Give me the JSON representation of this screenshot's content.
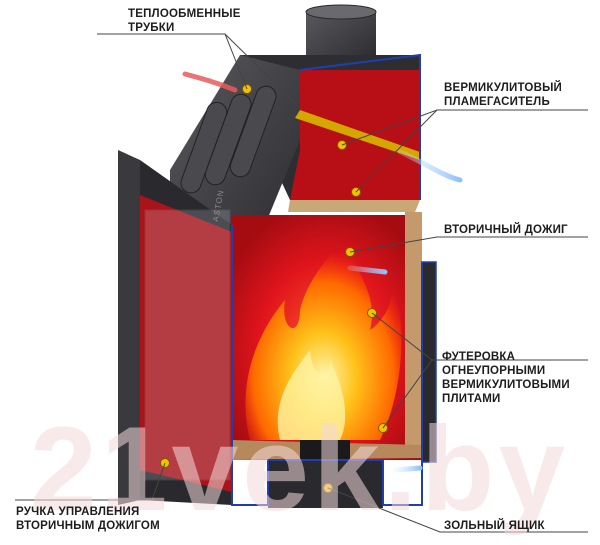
{
  "labels": {
    "tubes": [
      "ТЕПЛООБМЕННЫЕ",
      "ТРУБКИ"
    ],
    "damper": [
      "ВЕРМИКУЛИТОВЫЙ",
      "ПЛАМЕГАСИТЕЛЬ"
    ],
    "afterburn": [
      "ВТОРИЧНЫЙ ДОЖИГ"
    ],
    "lining": [
      "ФУТЕРОВКА",
      "ОГНЕУПОРНЫМИ",
      "ВЕРМИКУЛИТОВЫМИ",
      "ПЛИТАМИ"
    ],
    "handle": [
      "РУЧКА УПРАВЛЕНИЯ",
      "ВТОРИЧНЫМ ДОЖИГОМ"
    ],
    "ashbox": [
      "ЗОЛЬНЫЙ ЯЩИК"
    ]
  },
  "brand_mark": "ASTON",
  "watermark": "21vek.by",
  "colors": {
    "firebox": "#e0141c",
    "steel": "#3b3b3f",
    "outline": "#1f3fb0",
    "marker": "#f2c200",
    "leader": "#444444"
  }
}
